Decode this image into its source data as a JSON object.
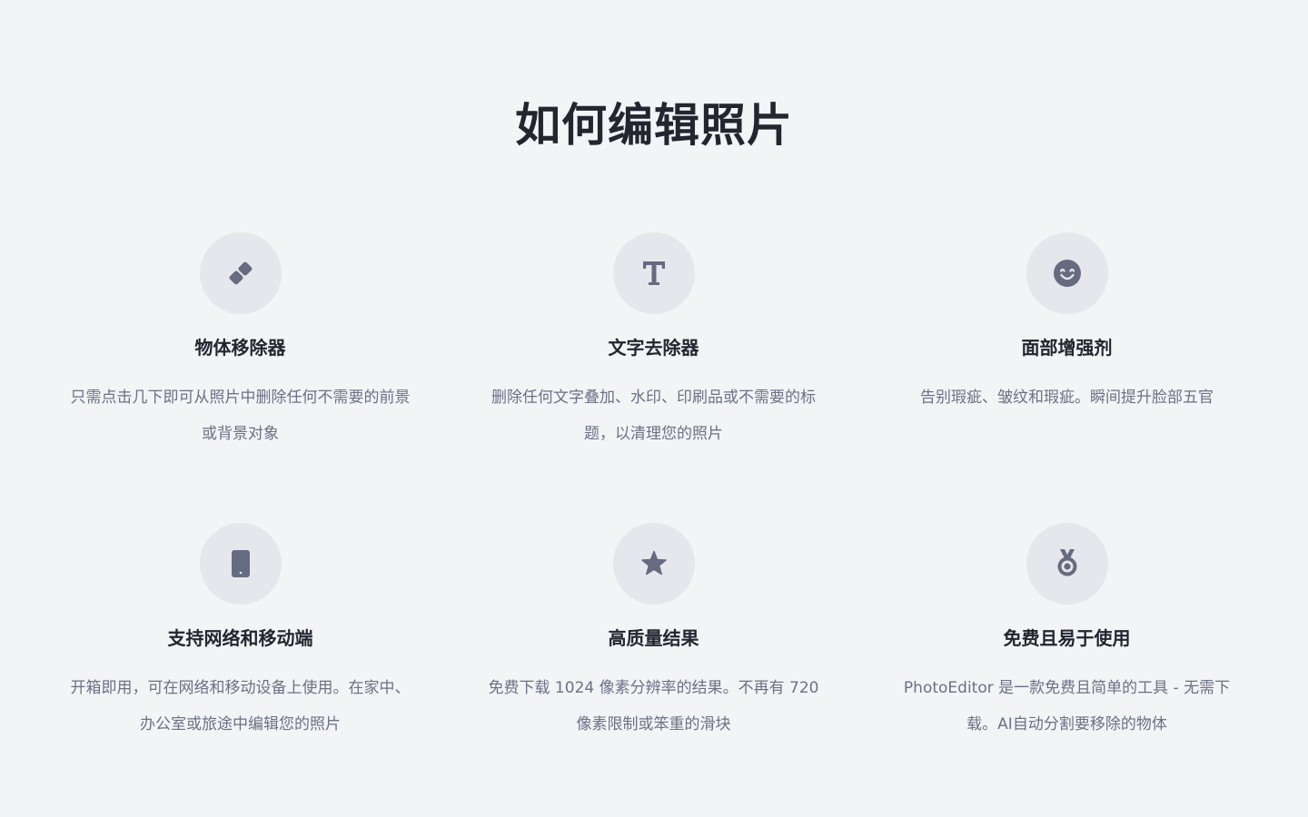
{
  "page": {
    "title": "如何编辑照片"
  },
  "colors": {
    "background": "#f3f4f6",
    "icon_circle": "#e6e7ec",
    "icon": "#666b80",
    "title": "#23252f",
    "description": "#6b7085"
  },
  "features": [
    {
      "icon": "eraser-icon",
      "title": "物体移除器",
      "description": "只需点击几下即可从照片中删除任何不需要的前景或背景对象"
    },
    {
      "icon": "text-t-icon",
      "title": "文字去除器",
      "description": "删除任何文字叠加、水印、印刷品或不需要的标题，以清理您的照片"
    },
    {
      "icon": "smiley-face-icon",
      "title": "面部增强剂",
      "description": "告别瑕疵、皱纹和瑕疵。瞬间提升脸部五官"
    },
    {
      "icon": "mobile-phone-icon",
      "title": "支持网络和移动端",
      "description": "开箱即用，可在网络和移动设备上使用。在家中、办公室或旅途中编辑您的照片"
    },
    {
      "icon": "star-icon",
      "title": "高质量结果",
      "description": "免费下载 1024 像素分辨率的结果。不再有 720 像素限制或笨重的滑块"
    },
    {
      "icon": "medal-icon",
      "title": "免费且易于使用",
      "description": "PhotoEditor 是一款免费且简单的工具 - 无需下载。AI自动分割要移除的物体"
    }
  ]
}
